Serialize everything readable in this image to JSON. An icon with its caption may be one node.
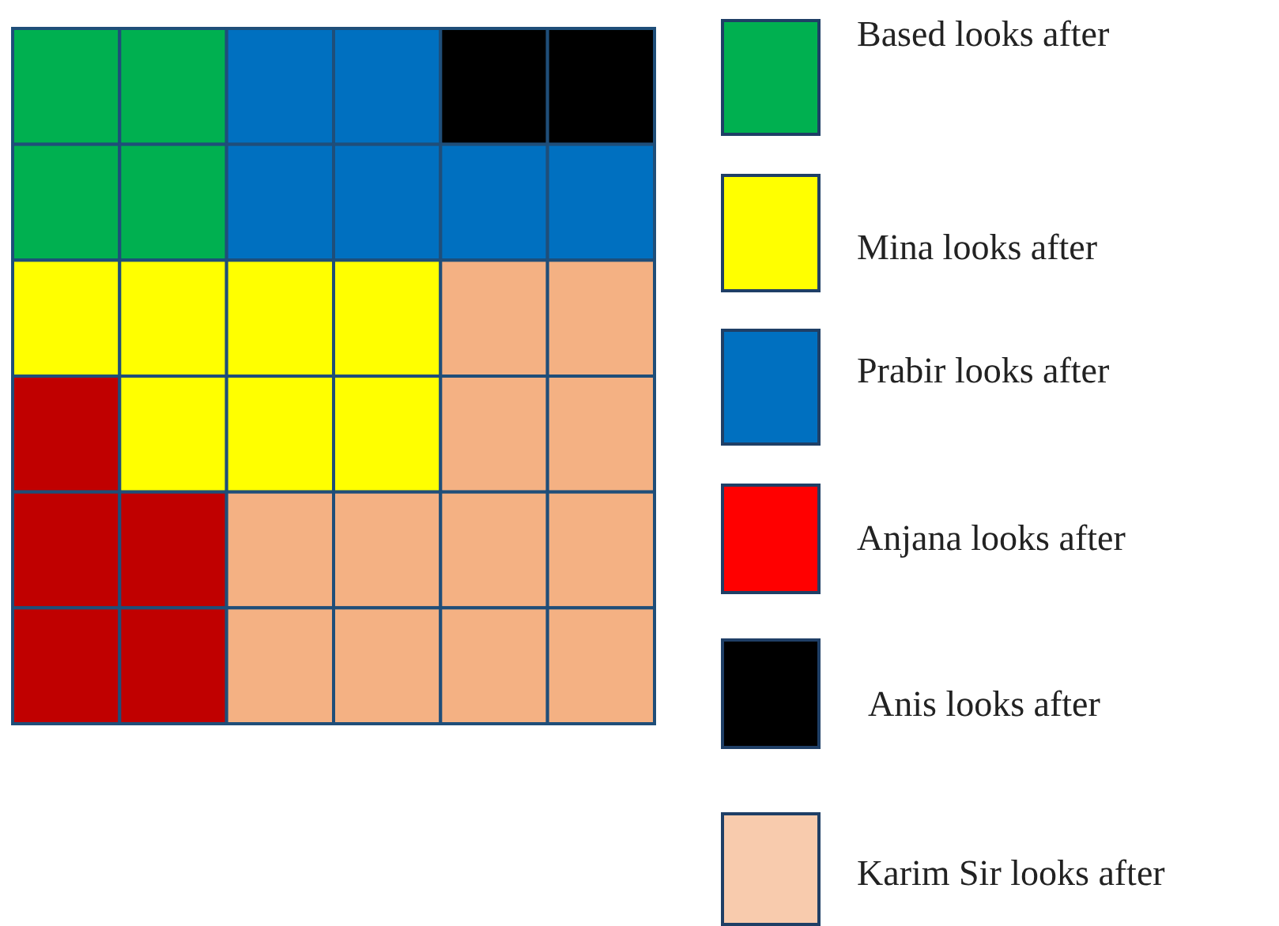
{
  "diagram": {
    "legend": [
      {
        "text": "Based looks after",
        "color": "#00b050"
      },
      {
        "text": "Mina looks after",
        "color": "#ffff00"
      },
      {
        "text": "Prabir looks after",
        "color": "#0070c0"
      },
      {
        "text": "Anjana looks after",
        "color": "#ff0000"
      },
      {
        "text": "Anis looks after",
        "color": "#000000"
      },
      {
        "text": "Karim Sir looks after",
        "color": "#f8cbad"
      }
    ]
  }
}
